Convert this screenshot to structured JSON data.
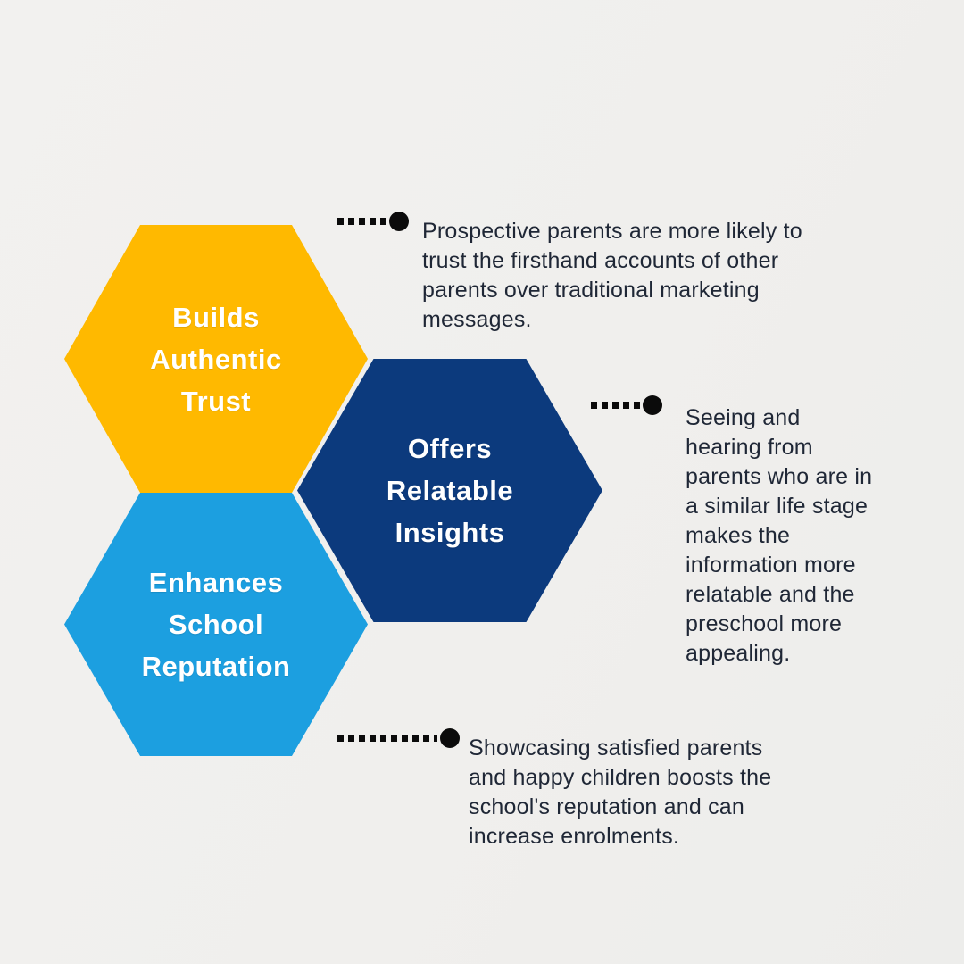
{
  "infographic": {
    "hexagons": [
      {
        "id": "trust",
        "label": "Builds\nAuthentic\nTrust"
      },
      {
        "id": "insights",
        "label": "Offers\nRelatable\nInsights"
      },
      {
        "id": "reputation",
        "label": "Enhances\nSchool\nReputation"
      }
    ],
    "callouts": [
      {
        "text": "Prospective parents are more likely to\ntrust the firsthand accounts of other\nparents over traditional marketing\nmessages."
      },
      {
        "text": "Seeing and\nhearing from\nparents who are in\na similar life stage\nmakes the\ninformation more\nrelatable and the\npreschool more\nappealing."
      },
      {
        "text": "Showcasing satisfied parents\nand happy children boosts the\nschool's reputation and can\nincrease enrolments."
      }
    ],
    "colors": {
      "background": "#F1F0EE",
      "ink": "#1F2736",
      "leader": "#0B0B0B",
      "label": "#FFFFFF",
      "hex_trust": "#FFB900",
      "hex_insights": "#0C3A7D",
      "hex_reputation": "#1C9FE0"
    }
  }
}
